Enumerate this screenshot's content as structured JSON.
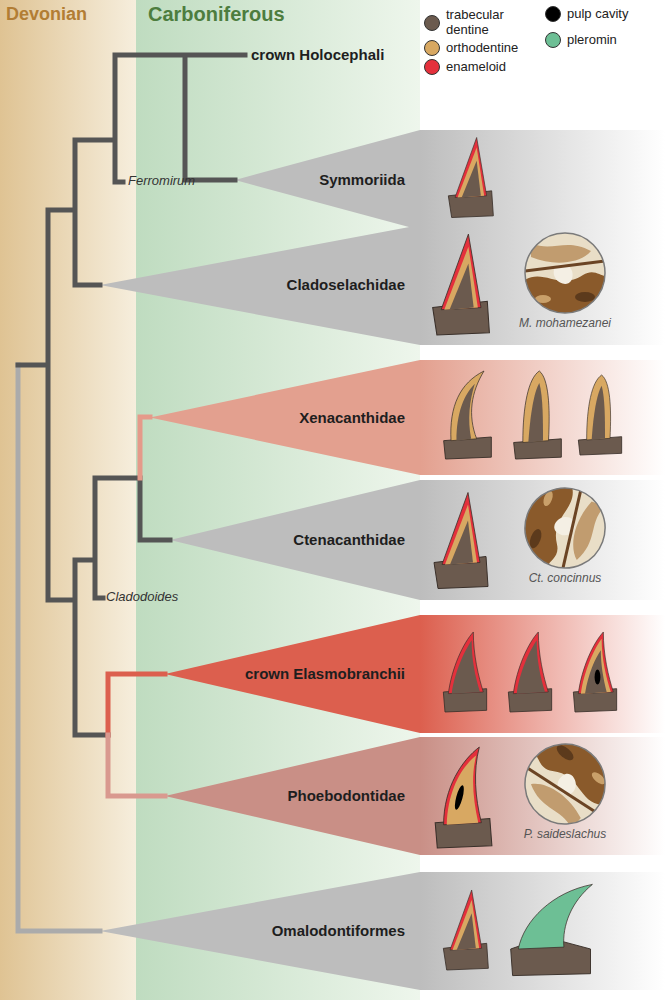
{
  "diagram": {
    "nodes": [
      {
        "text": [
          "Symmoriida"
        ]
      },
      {
        "text": [
          "Cladoselachidae",
          "M. mohamezanei"
        ]
      },
      {
        "text": [
          "Xenacanthidae"
        ]
      },
      {
        "text": [
          "Ctenacanthidae",
          "Ct. concinnus"
        ]
      },
      {
        "text": [
          "crown Elasmobranchii"
        ]
      },
      {
        "text": [
          "Phoebodontidae",
          "P. saideslachus"
        ]
      },
      {
        "text": [
          "Omalodontiformes"
        ]
      }
    ],
    "labels": [
      "Devonian",
      "Carboniferous",
      "crown Holocephali",
      "Ferromirum",
      "Cladodoides"
    ],
    "legend": [
      {
        "text": "trabecular dentine",
        "color": "#6b5a4e"
      },
      {
        "text": "orthodentine",
        "color": "#d8a862"
      },
      {
        "text": "enameloid",
        "color": "#e4303c"
      },
      {
        "text": "pulp cavity",
        "color": "#000000"
      },
      {
        "text": "pleromin",
        "color": "#6dbf95"
      }
    ]
  }
}
